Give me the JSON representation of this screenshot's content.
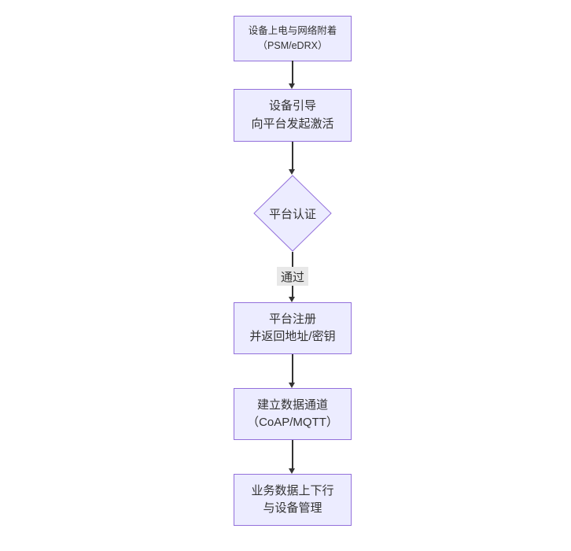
{
  "diagram": {
    "type": "flowchart",
    "direction": "top-down",
    "colors": {
      "node_fill": "#ECECFF",
      "node_border": "#9370DB",
      "line": "#333333",
      "text": "#333333",
      "edge_label_bg": "#e8e8e8",
      "background": "#ffffff"
    },
    "nodes": [
      {
        "id": "start",
        "shape": "rect",
        "lines": [
          "设备上电与网络附着",
          "（PSM/eDRX）"
        ]
      },
      {
        "id": "bootstrap",
        "shape": "rect",
        "lines": [
          "设备引导",
          "向平台发起激活"
        ]
      },
      {
        "id": "auth",
        "shape": "diamond",
        "lines": [
          "平台认证"
        ]
      },
      {
        "id": "register",
        "shape": "rect",
        "lines": [
          "平台注册",
          "并返回地址/密钥"
        ]
      },
      {
        "id": "channel",
        "shape": "rect",
        "lines": [
          "建立数据通道",
          "（CoAP/MQTT）"
        ]
      },
      {
        "id": "business",
        "shape": "rect",
        "lines": [
          "业务数据上下行",
          "与设备管理"
        ]
      }
    ],
    "edges": [
      {
        "from": "start",
        "to": "bootstrap",
        "label": ""
      },
      {
        "from": "bootstrap",
        "to": "auth",
        "label": ""
      },
      {
        "from": "auth",
        "to": "register",
        "label": "通过"
      },
      {
        "from": "register",
        "to": "channel",
        "label": ""
      },
      {
        "from": "channel",
        "to": "business",
        "label": ""
      }
    ]
  }
}
